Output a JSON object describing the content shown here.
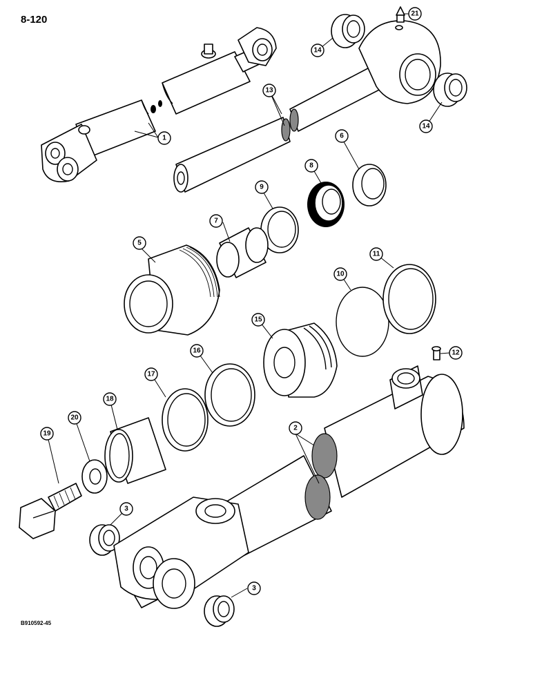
{
  "page_number": "8-120",
  "figure_code": "B910592-45",
  "callouts": [
    "1",
    "2",
    "3",
    "3",
    "5",
    "6",
    "7",
    "8",
    "9",
    "10",
    "11",
    "12",
    "13",
    "14",
    "14",
    "15",
    "16",
    "17",
    "18",
    "19",
    "20",
    "21"
  ]
}
